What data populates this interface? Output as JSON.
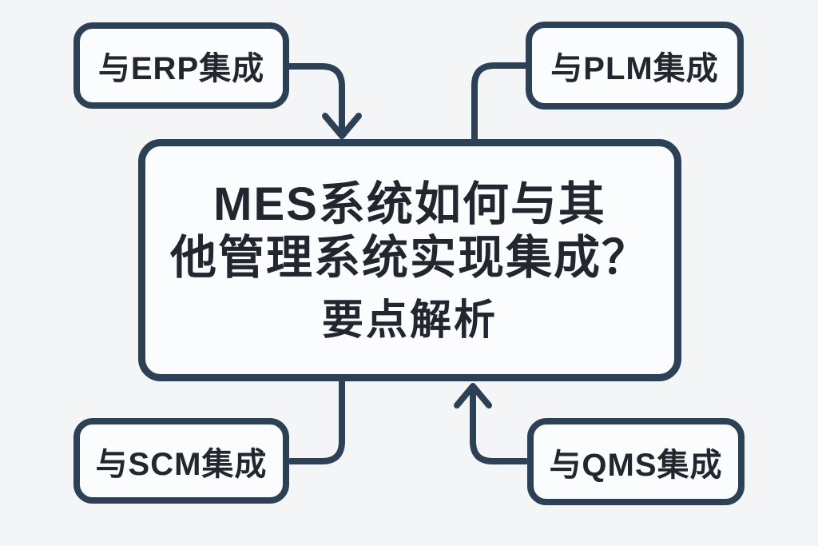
{
  "diagram": {
    "type": "flowchart",
    "center_node": {
      "title_line1": "MES系统如何与其",
      "title_line2": "他管理系统实现集成？",
      "title_line3": "要点解析"
    },
    "nodes": [
      {
        "id": "erp",
        "label": "与ERP集成",
        "position": "top-left"
      },
      {
        "id": "plm",
        "label": "与PLM集成",
        "position": "top-right"
      },
      {
        "id": "scm",
        "label": "与SCM集成",
        "position": "bottom-left"
      },
      {
        "id": "qms",
        "label": "与QMS集成",
        "position": "bottom-right"
      }
    ],
    "connectors": [
      {
        "from": "erp",
        "to": "center",
        "arrowhead": "down"
      },
      {
        "from": "plm",
        "to": "center",
        "arrowhead": "none"
      },
      {
        "from": "center",
        "to": "scm",
        "arrowhead": "none"
      },
      {
        "from": "qms",
        "to": "center",
        "arrowhead": "up"
      }
    ],
    "colors": {
      "stroke": "#2d4156",
      "text": "#22262e",
      "node_fill": "#fbfcfd",
      "background": "#f4f5f6"
    }
  }
}
